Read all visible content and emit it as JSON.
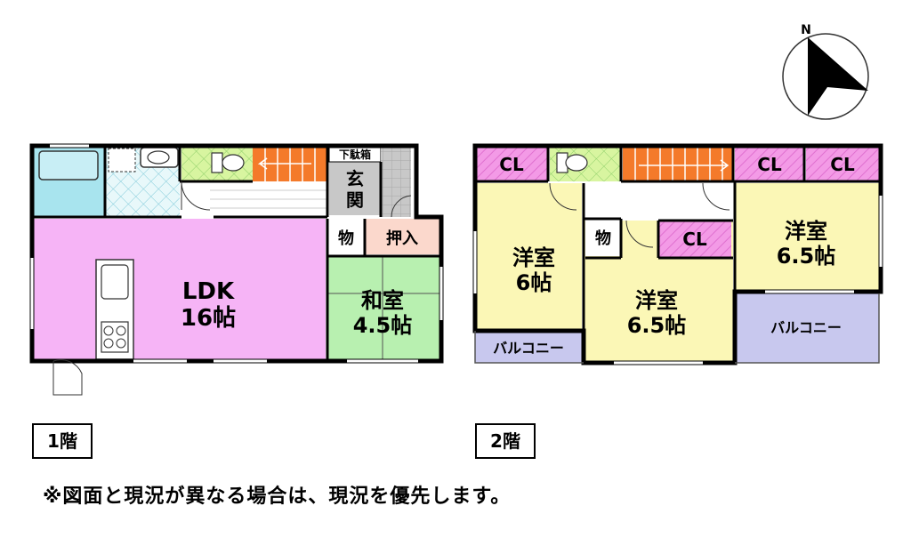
{
  "floor1": {
    "label": "1階",
    "rooms": {
      "ldk_name": "LDK",
      "ldk_size": "16帖",
      "washitsu_name": "和室",
      "washitsu_size": "4.5帖",
      "genkan_1": "玄",
      "genkan_2": "関",
      "getabako": "下駄箱",
      "mono": "物",
      "oshiire": "押入"
    }
  },
  "floor2": {
    "label": "2階",
    "rooms": {
      "yoshitsu_a_name": "洋室",
      "yoshitsu_a_size": "6帖",
      "yoshitsu_b_name": "洋室",
      "yoshitsu_b_size": "6.5帖",
      "yoshitsu_c_name": "洋室",
      "yoshitsu_c_size": "6.5帖",
      "mono": "物",
      "cl": "CL",
      "balcony": "バルコニー"
    }
  },
  "compass": {
    "north": "N"
  },
  "note": "※図面と現況が異なる場合は、現況を優先します。",
  "colors": {
    "ldk": "#f6b4f6",
    "washitsu": "#b8f0b0",
    "yoshitsu": "#fbf7b6",
    "closet": "#f39ae6",
    "balcony": "#c8c8ee",
    "stairs": "#f47a2a",
    "toilet": "#d8f5a0",
    "bath": "#a8e4ee",
    "genkan": "#c8c8c8",
    "oshiire": "#fbd8cc"
  }
}
